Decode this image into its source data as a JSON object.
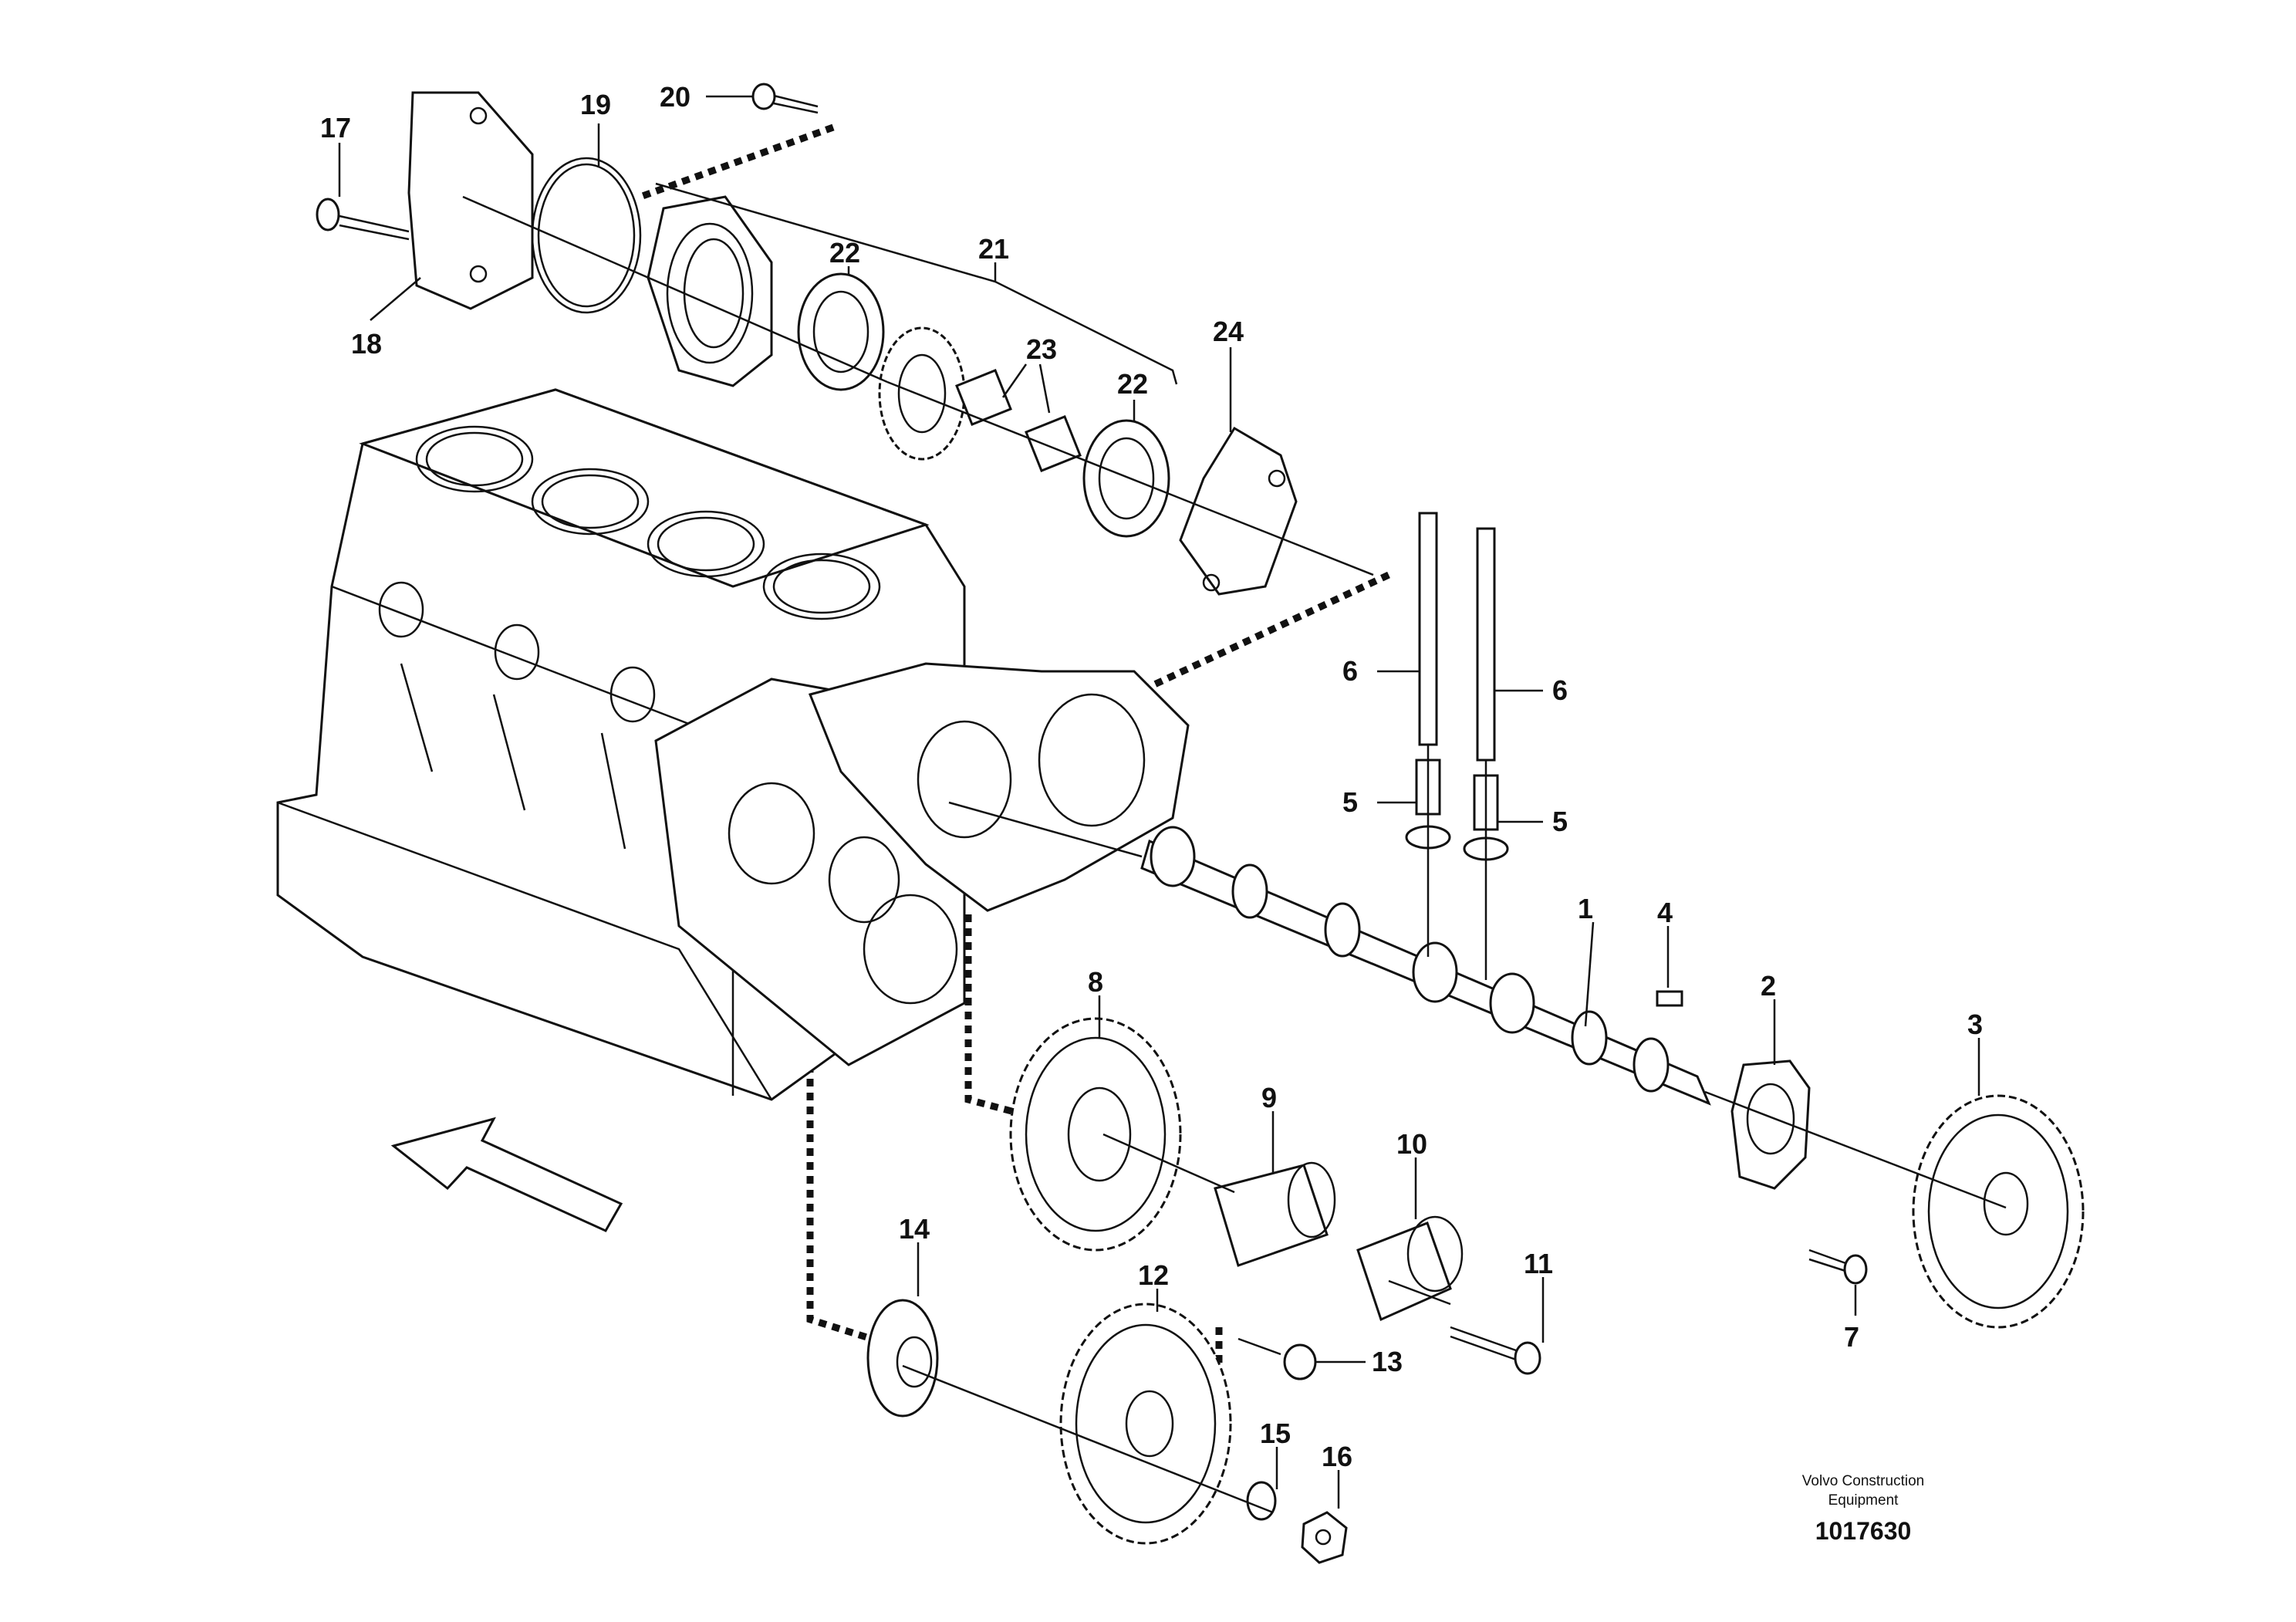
{
  "labels": {
    "p1": "1",
    "p2": "2",
    "p3": "3",
    "p4": "4",
    "p5a": "5",
    "p5b": "5",
    "p6a": "6",
    "p6b": "6",
    "p7": "7",
    "p8": "8",
    "p9": "9",
    "p10": "10",
    "p11": "11",
    "p12": "12",
    "p13": "13",
    "p14": "14",
    "p15": "15",
    "p16": "16",
    "p17": "17",
    "p18": "18",
    "p19": "19",
    "p20": "20",
    "p21": "21",
    "p22a": "22",
    "p22b": "22",
    "p23": "23",
    "p24": "24"
  },
  "caption": {
    "line1": "Volvo Construction",
    "line2": "Equipment",
    "ref": "1017630"
  }
}
